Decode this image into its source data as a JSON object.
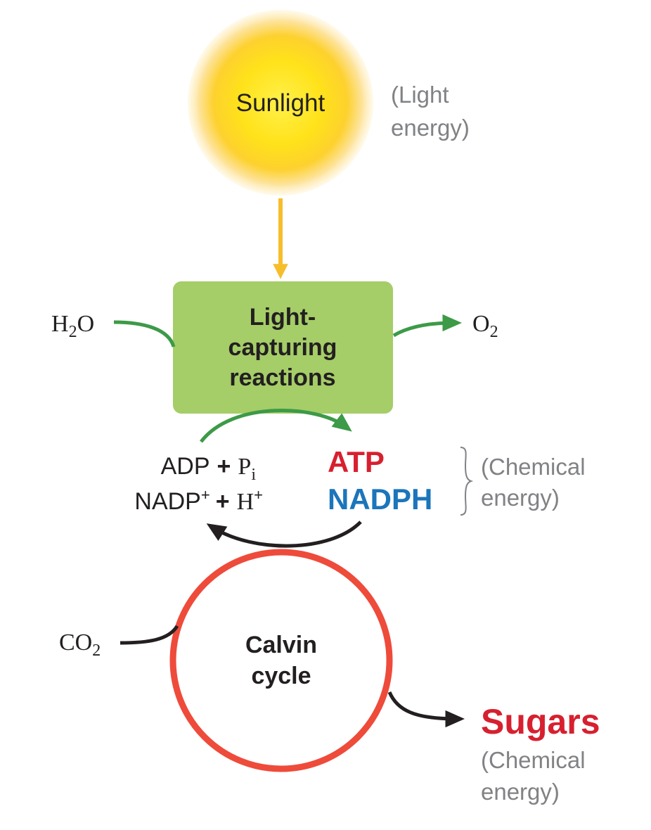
{
  "sun": {
    "label": "Sunlight",
    "note_line1": "(Light",
    "note_line2": "energy)"
  },
  "light_reactions": {
    "line1": "Light-",
    "line2": "capturing",
    "line3": "reactions"
  },
  "inputs": {
    "water": {
      "main": "H",
      "sub": "2",
      "tail": "O"
    },
    "oxygen": {
      "main": "O",
      "sub": "2"
    },
    "adp_row": {
      "name": "ADP",
      "plus": "+",
      "pi": "P",
      "pi_sub": "i"
    },
    "nadp_row": {
      "name": "NADP",
      "sup": "+",
      "plus": "+",
      "h": "H",
      "h_sup": "+"
    }
  },
  "products": {
    "atp": "ATP",
    "nadph": "NADPH",
    "note_line1": "(Chemical",
    "note_line2": "energy)"
  },
  "calvin": {
    "line1": "Calvin",
    "line2": "cycle",
    "co2": {
      "main": "CO",
      "sub": "2"
    }
  },
  "sugars": {
    "label": "Sugars",
    "note_line1": "(Chemical",
    "note_line2": "energy)"
  },
  "colors": {
    "sun_core": "#ffe000",
    "sun_glow": "#fde9a8",
    "sun_arrow": "#f7be2b",
    "green_box": "#a5cd68",
    "green_arrow": "#3d9a47",
    "calvin_ring": "#ee4b3b",
    "atp_red": "#d7202f",
    "nadph_blue": "#1b75bb",
    "sugars_red": "#d7202f",
    "note_gray": "#808285",
    "text_dark": "#231f20"
  }
}
